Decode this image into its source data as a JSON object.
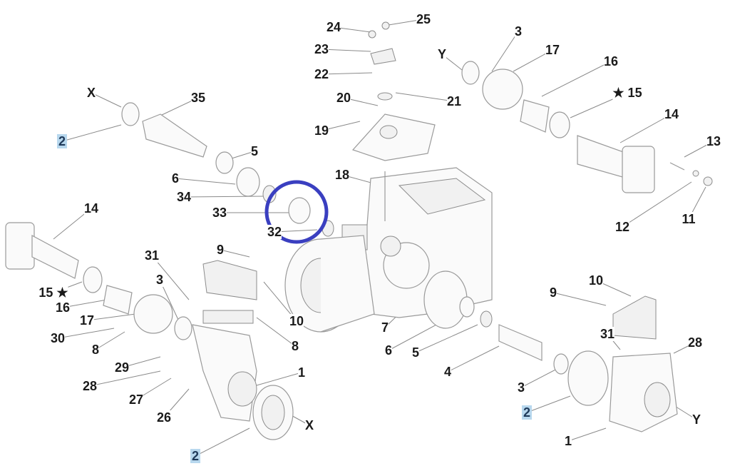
{
  "diagram": {
    "title": "Gearbox exploded parts diagram",
    "highlight_color": "#b8d8ee",
    "circle_color": "#3a3fc0",
    "labels": [
      {
        "text": "24"
      },
      {
        "text": "25"
      },
      {
        "text": "23"
      },
      {
        "text": "22"
      },
      {
        "text": "Y"
      },
      {
        "text": "3"
      },
      {
        "text": "17"
      },
      {
        "text": "16"
      },
      {
        "text": "★ 15"
      },
      {
        "text": "20"
      },
      {
        "text": "21"
      },
      {
        "text": "14"
      },
      {
        "text": "X"
      },
      {
        "text": "35"
      },
      {
        "text": "19"
      },
      {
        "text": "13"
      },
      {
        "text": "2",
        "highlight": true
      },
      {
        "text": "5"
      },
      {
        "text": "6"
      },
      {
        "text": "18"
      },
      {
        "text": "34"
      },
      {
        "text": "33"
      },
      {
        "text": "32"
      },
      {
        "text": "12"
      },
      {
        "text": "11"
      },
      {
        "text": "14"
      },
      {
        "text": "9"
      },
      {
        "text": "31"
      },
      {
        "text": "3"
      },
      {
        "text": "15 ★"
      },
      {
        "text": "16"
      },
      {
        "text": "17"
      },
      {
        "text": "10"
      },
      {
        "text": "10"
      },
      {
        "text": "9"
      },
      {
        "text": "8"
      },
      {
        "text": "31"
      },
      {
        "text": "28"
      },
      {
        "text": "30"
      },
      {
        "text": "8"
      },
      {
        "text": "7"
      },
      {
        "text": "6"
      },
      {
        "text": "5"
      },
      {
        "text": "29"
      },
      {
        "text": "4"
      },
      {
        "text": "1"
      },
      {
        "text": "28"
      },
      {
        "text": "27"
      },
      {
        "text": "3"
      },
      {
        "text": "2",
        "highlight": true
      },
      {
        "text": "Y"
      },
      {
        "text": "26"
      },
      {
        "text": "X"
      },
      {
        "text": "2",
        "highlight": true
      },
      {
        "text": "1"
      }
    ]
  }
}
